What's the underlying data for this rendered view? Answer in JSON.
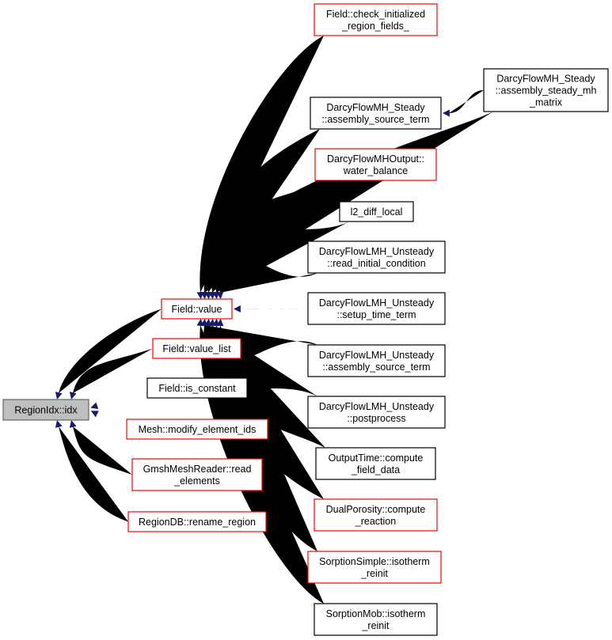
{
  "title": "Call graph of RegionIdx::idx",
  "colors": {
    "edge": "#191970",
    "root_fill": "#bfbfbf",
    "link_border": "#ff0000",
    "plain_border": "#000000"
  },
  "nodes": [
    {
      "id": "root",
      "lines": [
        "RegionIdx::idx"
      ],
      "kind": "root"
    },
    {
      "id": "fvalue",
      "lines": [
        "Field::value"
      ],
      "kind": "red"
    },
    {
      "id": "fvaluelist",
      "lines": [
        "Field::value_list"
      ],
      "kind": "red"
    },
    {
      "id": "fisconst",
      "lines": [
        "Field::is_constant"
      ],
      "kind": "black"
    },
    {
      "id": "meshmod",
      "lines": [
        "Mesh::modify_element_ids"
      ],
      "kind": "red"
    },
    {
      "id": "gmsh",
      "lines": [
        "GmshMeshReader::read",
        "_elements"
      ],
      "kind": "red"
    },
    {
      "id": "regiondb",
      "lines": [
        "RegionDB::rename_region"
      ],
      "kind": "red"
    },
    {
      "id": "checkinit",
      "lines": [
        "Field::check_initialized",
        "_region_fields_"
      ],
      "kind": "red"
    },
    {
      "id": "steadymh",
      "lines": [
        "DarcyFlowMH_Steady",
        "::assembly_steady_mh",
        "_matrix"
      ],
      "kind": "black"
    },
    {
      "id": "steadysrc",
      "lines": [
        "DarcyFlowMH_Steady",
        "::assembly_source_term"
      ],
      "kind": "black"
    },
    {
      "id": "waterbal",
      "lines": [
        "DarcyFlowMHOutput::",
        "water_balance"
      ],
      "kind": "red"
    },
    {
      "id": "l2diff",
      "lines": [
        "l2_diff_local"
      ],
      "kind": "black"
    },
    {
      "id": "readinit",
      "lines": [
        "DarcyFlowLMH_Unsteady",
        "::read_initial_condition"
      ],
      "kind": "black"
    },
    {
      "id": "setuptime",
      "lines": [
        "DarcyFlowLMH_Unsteady",
        "::setup_time_term"
      ],
      "kind": "black"
    },
    {
      "id": "unsteadysrc",
      "lines": [
        "DarcyFlowLMH_Unsteady",
        "::assembly_source_term"
      ],
      "kind": "black"
    },
    {
      "id": "postproc",
      "lines": [
        "DarcyFlowLMH_Unsteady",
        "::postprocess"
      ],
      "kind": "black"
    },
    {
      "id": "outtime",
      "lines": [
        "OutputTime::compute",
        "_field_data"
      ],
      "kind": "black"
    },
    {
      "id": "dualpor",
      "lines": [
        "DualPorosity::compute",
        "_reaction"
      ],
      "kind": "red"
    },
    {
      "id": "sorpsimple",
      "lines": [
        "SorptionSimple::isotherm",
        "_reinit"
      ],
      "kind": "red"
    },
    {
      "id": "sorpmob",
      "lines": [
        "SorptionMob::isotherm",
        "_reinit"
      ],
      "kind": "black"
    }
  ],
  "edges": [
    [
      "fvalue",
      "root"
    ],
    [
      "fvaluelist",
      "root"
    ],
    [
      "fisconst",
      "root"
    ],
    [
      "meshmod",
      "root"
    ],
    [
      "gmsh",
      "root"
    ],
    [
      "regiondb",
      "root"
    ],
    [
      "checkinit",
      "fvalue"
    ],
    [
      "steadymh",
      "fvalue"
    ],
    [
      "steadysrc",
      "fvalue"
    ],
    [
      "waterbal",
      "fvalue"
    ],
    [
      "l2diff",
      "fvalue"
    ],
    [
      "readinit",
      "fvalue"
    ],
    [
      "setuptime",
      "fvalue"
    ],
    [
      "unsteadysrc",
      "fvalue"
    ],
    [
      "postproc",
      "fvalue"
    ],
    [
      "outtime",
      "fvalue"
    ],
    [
      "dualpor",
      "fvalue"
    ],
    [
      "sorpsimple",
      "fvalue"
    ],
    [
      "sorpmob",
      "fvalue"
    ],
    [
      "steadymh",
      "steadysrc"
    ]
  ]
}
